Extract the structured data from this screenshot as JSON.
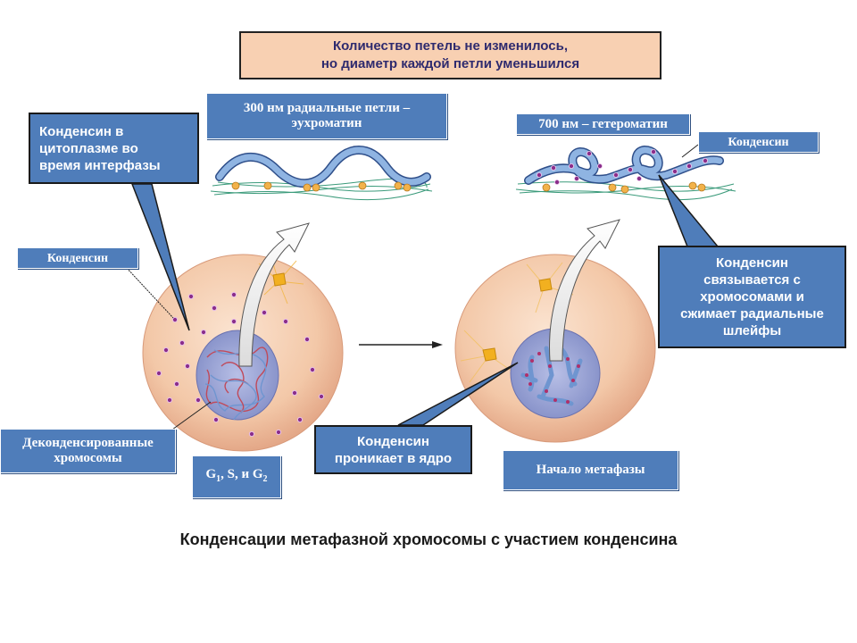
{
  "labels": {
    "top_note_line1": "Количество петель не изменилось,",
    "top_note_line2": "но диаметр каждой петли уменьшился",
    "euchromatin_line1": "300 нм радиальные петли –",
    "euchromatin_line2": "эухроматин",
    "heterochromatin": "700 нм – гетероматин",
    "condensin_right": "Конденсин",
    "condensin_cytoplasm_line1": "Конденсин в",
    "condensin_cytoplasm_line2": "цитоплазме во",
    "condensin_cytoplasm_line3": "время интерфазы",
    "condensin_left": "Конденсин",
    "condensin_binds_line1": "Конденсин",
    "condensin_binds_line2": "связывается с",
    "condensin_binds_line3": "хромосомами и",
    "condensin_binds_line4": "сжимает радиальные",
    "condensin_binds_line5": "шлейфы",
    "decondensed_line1": "Деконденсированные",
    "decondensed_line2": "хромосомы",
    "phase_g": "G",
    "phase_sub1": "1",
    "phase_mid": ", S, и G",
    "phase_sub2": "2",
    "condensin_enters_line1": "Конденсин",
    "condensin_enters_line2": "проникает в ядро",
    "metaphase_start": "Начало метафазы",
    "caption": "Конденсации метафазной хромосомы с участием конденсина"
  },
  "colors": {
    "label_blue": "#4f7dba",
    "note_peach": "#f8d0b2",
    "cell": "#f2c6a4",
    "nucleus": "#9aa4d4",
    "chromatin_blue": "#7ea7d8",
    "chromatin_red": "#c04a5a",
    "condensin_dot": "#8a2d8a",
    "fiber_green": "#3a9a7a"
  }
}
